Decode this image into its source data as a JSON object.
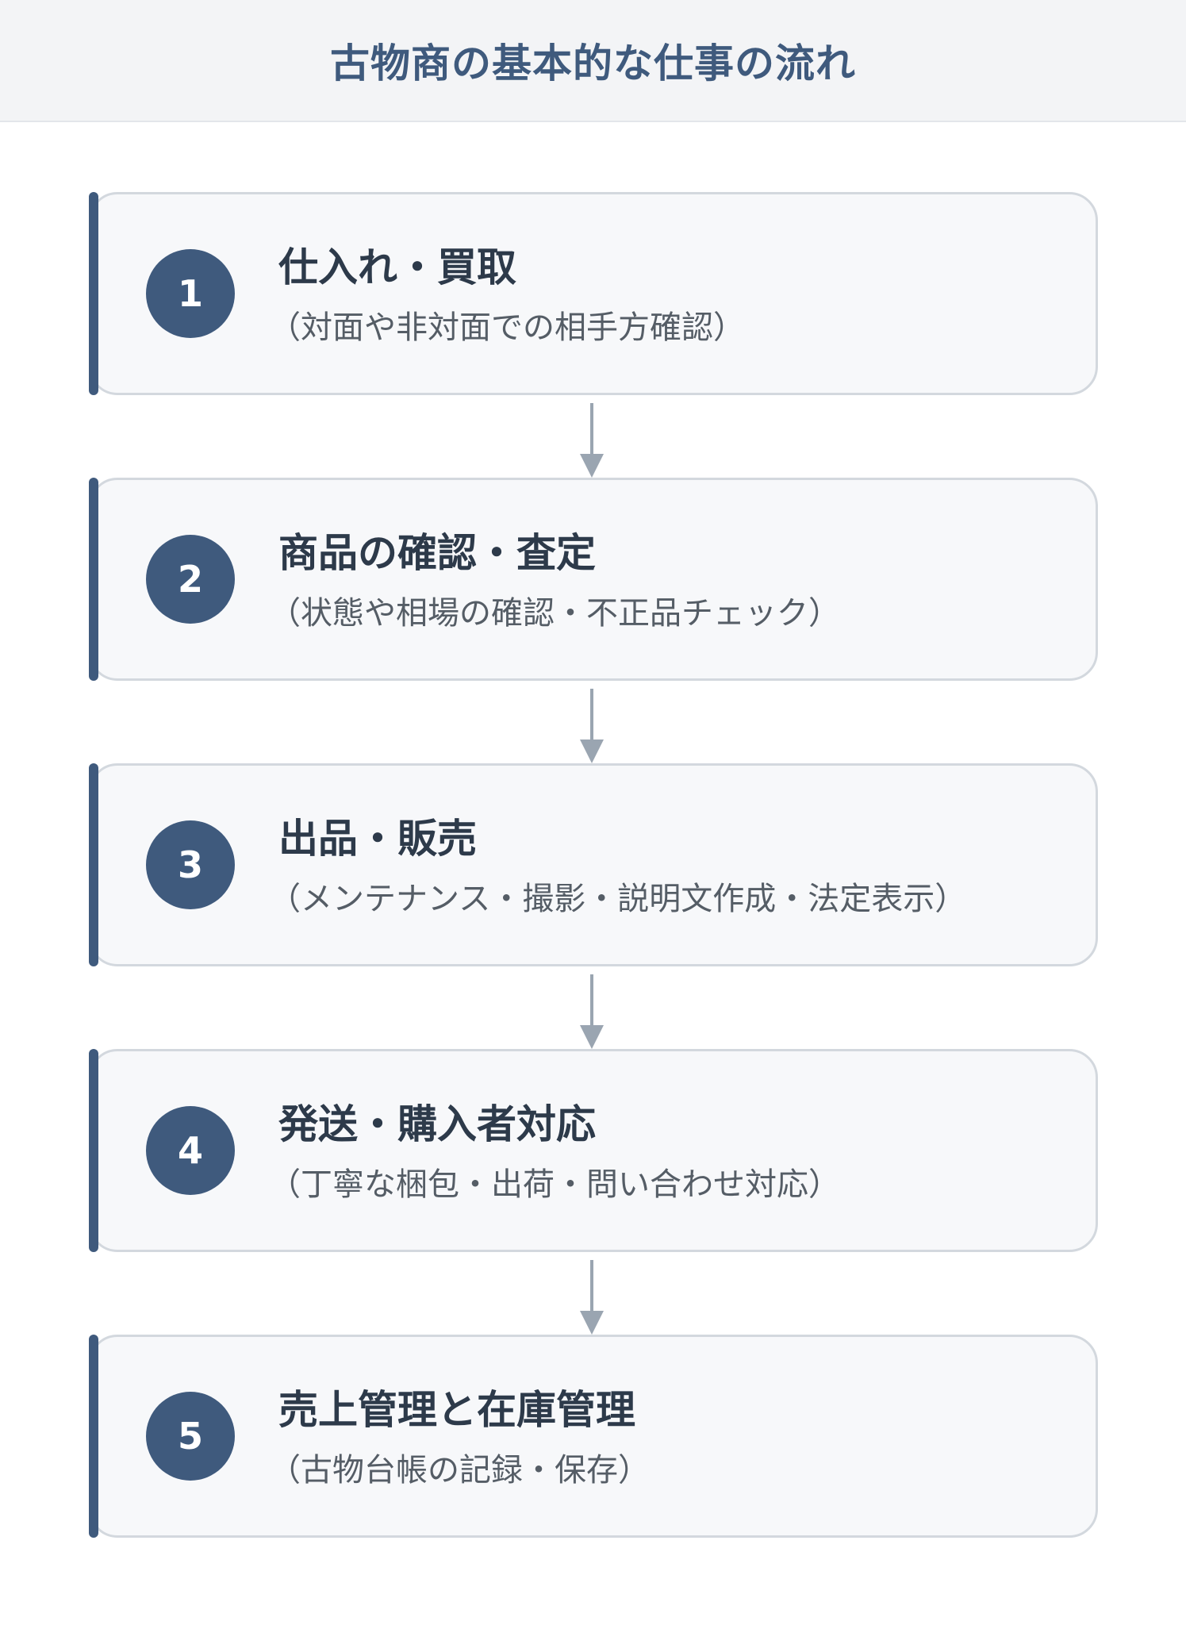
{
  "header": {
    "title": "古物商の基本的な仕事の流れ"
  },
  "steps": [
    {
      "number": "1",
      "title": "仕入れ・買取",
      "description": "（対面や非対面での相手方確認）"
    },
    {
      "number": "2",
      "title": "商品の確認・査定",
      "description": "（状態や相場の確認・不正品チェック）"
    },
    {
      "number": "3",
      "title": "出品・販売",
      "description": "（メンテナンス・撮影・説明文作成・法定表示）"
    },
    {
      "number": "4",
      "title": "発送・購入者対応",
      "description": "（丁寧な梱包・出荷・問い合わせ対応）"
    },
    {
      "number": "5",
      "title": "売上管理と在庫管理",
      "description": "（古物台帳の記録・保存）"
    }
  ],
  "colors": {
    "accent": "#3f5a7d",
    "card_bg": "#f7f8fa",
    "card_border": "#d3d8de",
    "arrow": "#9aa5b1"
  }
}
